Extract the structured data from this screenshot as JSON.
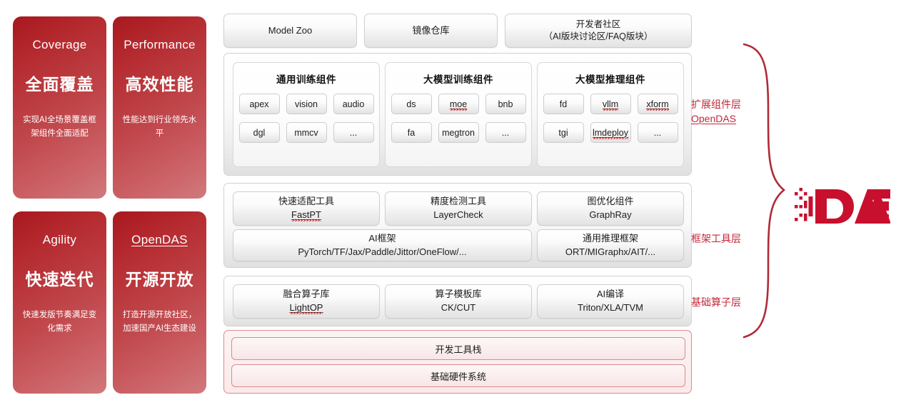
{
  "left_cards": [
    {
      "id": "coverage",
      "en": "Coverage",
      "en_underline": false,
      "cn": "全面覆盖",
      "desc": "实现AI全场景覆盖框架组件全面适配"
    },
    {
      "id": "performance",
      "en": "Performance",
      "en_underline": false,
      "cn": "高效性能",
      "desc": "性能达到行业领先水平"
    },
    {
      "id": "agility",
      "en": "Agility",
      "en_underline": false,
      "cn": "快速迭代",
      "desc": "快速发版节奏满足变化需求"
    },
    {
      "id": "opendas",
      "en": "OpenDAS",
      "en_underline": true,
      "cn": "开源开放",
      "desc": "打造开源开放社区，加速国产AI生态建设"
    }
  ],
  "top_row": {
    "model_zoo": "Model Zoo",
    "image_repo": "镜像仓库",
    "dev_community_line1": "开发者社区",
    "dev_community_line2": "（AI版块讨论区/FAQ版块）"
  },
  "extension_layer": {
    "groups": [
      {
        "title": "通用训练组件",
        "row1": [
          "apex",
          "vision",
          "audio"
        ],
        "row2": [
          "dgl",
          "mmcv",
          "..."
        ]
      },
      {
        "title": "大模型训练组件",
        "row1": [
          "ds",
          "moe",
          "bnb"
        ],
        "row2": [
          "fa",
          "megtron",
          "..."
        ]
      },
      {
        "title": "大模型推理组件",
        "row1": [
          "fd",
          "vllm",
          "xform"
        ],
        "row2": [
          "tgi",
          "lmdeploy",
          "..."
        ]
      }
    ]
  },
  "framework_layer": {
    "fastpt_line1": "快速适配工具",
    "fastpt_line2": "FastPT",
    "layercheck_line1": "精度检测工具",
    "layercheck_line2": "LayerCheck",
    "graphray_line1": "图优化组件",
    "graphray_line2": "GraphRay",
    "aiframe_line1": "AI框架",
    "aiframe_line2": "PyTorch/TF/Jax/Paddle/Jittor/OneFlow/...",
    "infframe_line1": "通用推理框架",
    "infframe_line2": "ORT/MIGraphx/AIT/..."
  },
  "operator_layer": {
    "lightop_line1": "融合算子库",
    "lightop_line2": "LightOP",
    "ckcut_line1": "算子模板库",
    "ckcut_line2": "CK/CUT",
    "aicompile_line1": "AI编译",
    "aicompile_line2": "Triton/XLA/TVM"
  },
  "base_layers": {
    "dev_toolstack": "开发工具栈",
    "hardware_system": "基础硬件系统"
  },
  "right_labels": {
    "ext_line1": "扩展组件层",
    "ext_line2": "OpenDAS",
    "framework": "框架工具层",
    "operator": "基础算子层"
  },
  "logo": {
    "text": "DAS"
  },
  "colors": {
    "brand_red": "#c8102e",
    "card_red_dark": "#a8181f",
    "card_red_light": "#d07a7d",
    "label_red": "#c0283a",
    "pink_border": "#d98a90"
  }
}
